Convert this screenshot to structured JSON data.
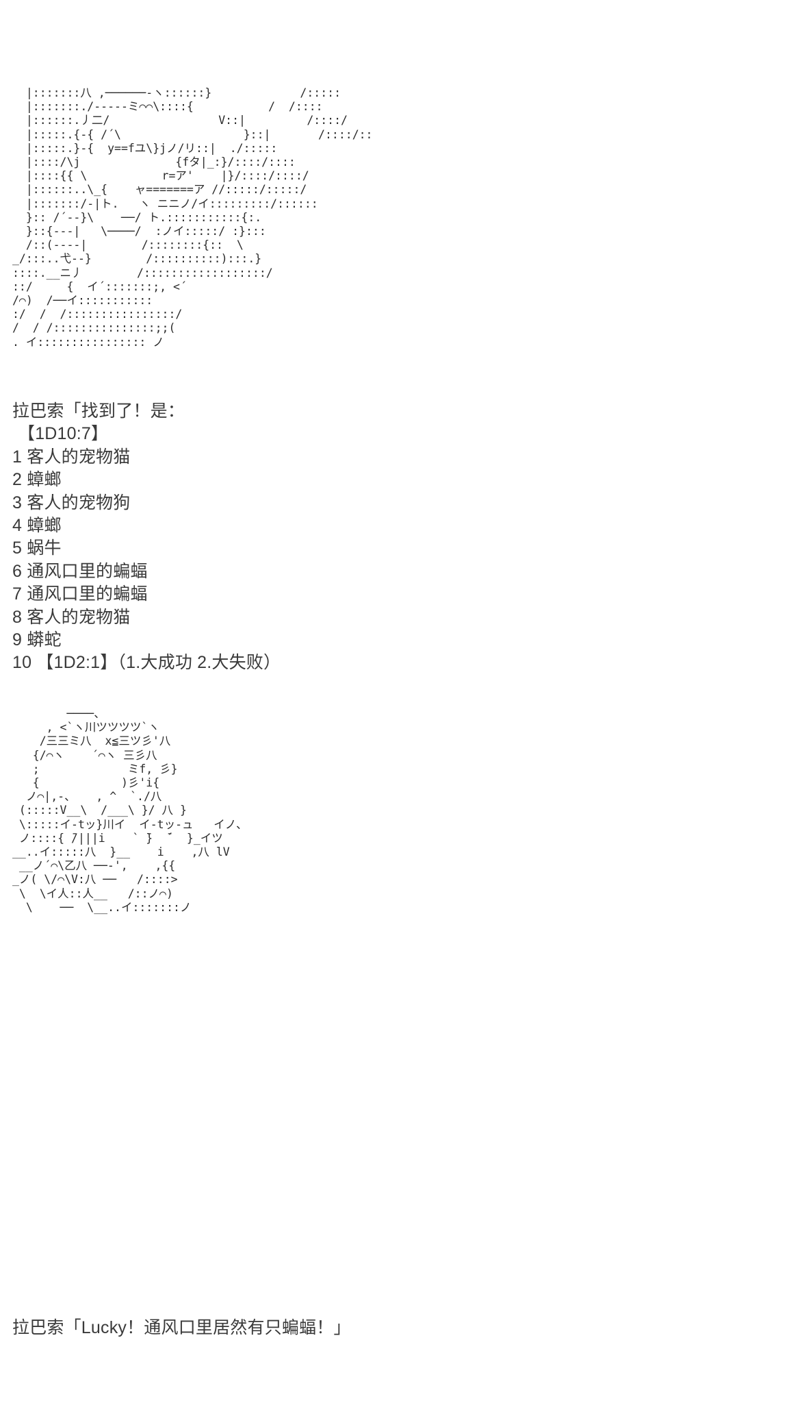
{
  "post": {
    "ascii_art_top": [
      "  |:::::::八 ,──────‐ヽ::::::}             /:::::",
      "  |:::::::./‐‐‐‐‐ミ⌒⌒\\::::{           /  /::::",
      "  |::::::.丿二/                V::|         /::::/",
      "  |:::::.{‐{ /´\\                  }::|       /::::/::",
      "  |:::::.}‐{  y==fユ\\}jノ/リ::|  ./:::::",
      "  |::::/\\j              {fタ|_:}/::::/::::",
      "  |::::{{ \\           r=ア'    |}/::::/::::/",
      "  |::::::..\\_{    ャ=======ア //:::::/:::::/",
      "  |:::::::/‐|ト.   ヽ ニニノ/イ:::::::::/::::::",
      "  }:: /´‐‐}\\    ──/ ト.:::::::::::{:.",
      "  }::{‐‐‐|   \\────/  :ノイ:::::/ :}:::",
      "  /::(‐‐‐‐|        /::::::::{::  \\",
      "_/:::..弋‐‐}        /::::::::::):::.}",
      "::::.__ニ丿        /::::::::::::::::::/",
      "::/     {  イ´:::::::;, <´",
      "/⌒)  /──イ:::::::::::",
      ":/  /  /::::::::::::::::/",
      "/  / /:::::::::::::::;;(",
      ". イ:::::::::::::::: ノ"
    ],
    "ascii_art_bottom": [
      "        ────、",
      "     , <`ヽ川ツツツツ`ヽ",
      "    /三三ミ八  x≦三ツ彡'八",
      "   {/⌒ヽ    ´⌒ヽ 三彡八",
      "   ;             ミf, 彡}",
      "   {            )彡'i{",
      "  ノ⌒|,-、   , ^  `./八",
      " (:::::V__\\  /___\\ }/ 八 }",
      " \\:::::イ-tッ}川イ  イ-tッ-ュ   イノ、",
      " ノ::::{ ̄/|||i    ` ̄}  ̄´  }_イツ",
      "__..イ:::::八  }__    i    ,八 lV",
      " __ノ´⌒\\乙八 ──‐',    ,{{",
      "_ノ( \\/⌒\\V:八 ──   /::::>",
      " \\  \\イ人::人__   /::ノ⌒)",
      "  \\    ──  \\__..イ:::::::ノ"
    ],
    "dialogue_1": "拉巴索「找到了！是：",
    "dice_header": "【1D10:7】",
    "roll_table": [
      {
        "index": "1",
        "label": "客人的宠物猫",
        "highlighted": false
      },
      {
        "index": "2",
        "label": "蟑螂",
        "highlighted": false
      },
      {
        "index": "3",
        "label": "客人的宠物狗",
        "highlighted": false
      },
      {
        "index": "4",
        "label": "蟑螂",
        "highlighted": false
      },
      {
        "index": "5",
        "label": "蜗牛",
        "highlighted": false
      },
      {
        "index": "6",
        "label": "通风口里的蝙蝠",
        "highlighted": false
      },
      {
        "index": "7",
        "label": "通风口里的蝙蝠",
        "highlighted": true
      },
      {
        "index": "8",
        "label": "客人的宠物猫",
        "highlighted": false
      },
      {
        "index": "9",
        "label": "蟒蛇",
        "highlighted": false
      },
      {
        "index": "10",
        "label": "【1D2:1】（1.大成功 2.大失败）",
        "highlighted": false
      }
    ],
    "dialogue_2": "拉巴索「Lucky！通风口里居然有只蝙蝠！」"
  },
  "colors": {
    "text": "#3a3a3a",
    "ascii": "#2b2b2b",
    "highlight": "#cc2200",
    "background": "#ffffff"
  }
}
